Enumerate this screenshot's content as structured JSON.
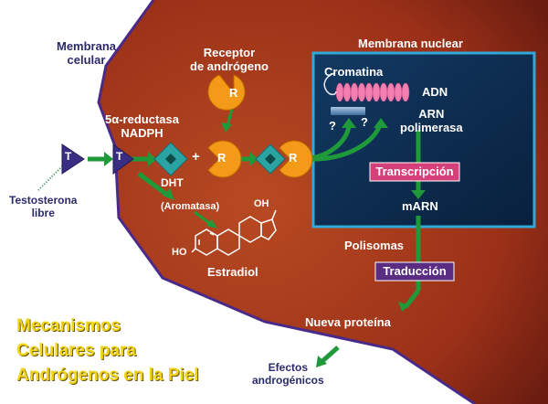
{
  "labels": {
    "membrana_celular": [
      "Membrana",
      "celular"
    ],
    "membrana_nuclear": "Membrana nuclear",
    "receptor": [
      "Receptor",
      "de andrógeno"
    ],
    "reductasa": [
      "5α-reductasa",
      "NADPH"
    ],
    "testosterona": [
      "Testosterona",
      "libre"
    ],
    "t_symbol": "T",
    "r_symbol": "R",
    "plus": "+",
    "dht": "DHT",
    "aromatasa": "(Aromatasa)",
    "oh": "OH",
    "ho": "HO",
    "estradiol": "Estradiol",
    "cromatina": "Cromatina",
    "adn": "ADN",
    "question": "?",
    "arn_polimerasa": [
      "ARN",
      "polimerasa"
    ],
    "transcripcion": "Transcripción",
    "marn": "mARN",
    "polisomas": "Polisomas",
    "traduccion": "Traducción",
    "nueva_proteina": "Nueva proteína",
    "efectos": [
      "Efectos",
      "androgénicos"
    ]
  },
  "title_lines": [
    "Mecanismos",
    "Celulares para",
    "Andrógenos en la Piel"
  ],
  "colors": {
    "cell_fill": "#a8381a",
    "nucleus_fill": "#0d2a4a",
    "nucleus_border": "#31a9d6",
    "arrow_green": "#1f9a3a",
    "receptor_orange": "#f39a18",
    "t_purple": "#3a2e82",
    "dht_teal": "#2aa3a3",
    "transcripcion_pink": "#d6407a",
    "traduccion_purple": "#5a2d82",
    "title_yellow": "#f2d515",
    "dna_pink": "#f27fb0"
  }
}
